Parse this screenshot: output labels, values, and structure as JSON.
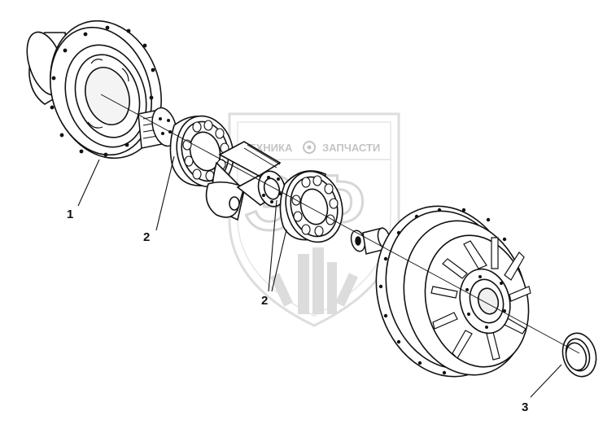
{
  "watermark": {
    "left_text": "ТЕХНИКА",
    "right_text": "ЗАПЧАСТИ",
    "logo_letters": "ЭФ",
    "color": "#c8c8c8"
  },
  "callouts": [
    {
      "label": "1"
    },
    {
      "label": "2"
    },
    {
      "label": "2"
    },
    {
      "label": "3"
    }
  ],
  "line_color": "#111111"
}
